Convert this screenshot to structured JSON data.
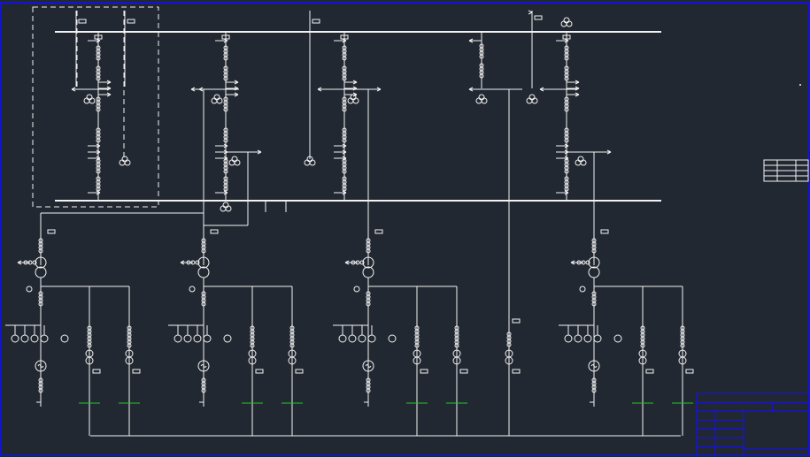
{
  "colors": {
    "background": "#222831",
    "line": "#f2f2f2",
    "frame": "#1515c8",
    "green_marker": "#1ecc1e"
  },
  "diagram": {
    "upper_bus_label": "",
    "lower_bus_label": "",
    "blocks": [
      "block-1",
      "block-2",
      "block-3",
      "block-4"
    ]
  }
}
